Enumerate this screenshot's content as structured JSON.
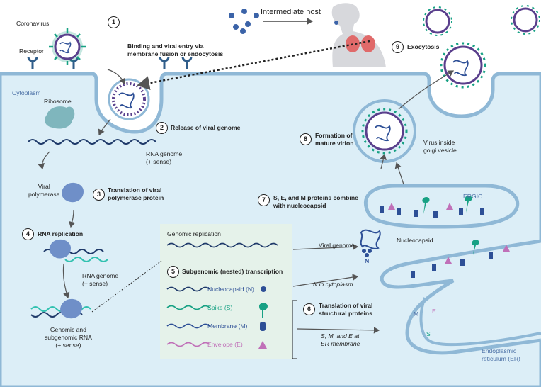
{
  "colors": {
    "membrane_fill": "#dceef7",
    "membrane_edge": "#8fb8d6",
    "receptor": "#2f5d8a",
    "spike": "#17a184",
    "capsid": "#2d4f96",
    "envelope_pink": "#c070b8",
    "box_fill": "#e5f2ea"
  },
  "labels": {
    "coronavirus": "Coronavirus",
    "receptor": "Receptor",
    "cytoplasm": "Cytoplasm",
    "intermediate_host": "Intermediate host",
    "ribosome": "Ribosome",
    "viral_polymerase": "Viral\npolymerase",
    "rna_genome_plus": "RNA genome\n(+ sense)",
    "rna_genome_minus": "RNA genome\n(− sense)",
    "genomic_subgenomic": "Genomic and\nsubgenomic RNA\n(+ sense)",
    "virus_inside_golgi": "Virus inside\ngolgi vesicle",
    "ergic": "ERGIC",
    "nucleocapsid": "Nucleocapsid",
    "n_small": "N",
    "viral_genome": "Viral genome",
    "n_in_cytoplasm": "N in cytoplasm",
    "sme_at_er": "S, M, and E at\nER membrane",
    "er": "Endoplasmic\nreticulum (ER)",
    "m_letter": "M",
    "e_letter": "E",
    "s_letter": "S"
  },
  "steps": [
    {
      "num": "1",
      "text": "Binding and viral entry via\nmembrane fusion or endocytosis"
    },
    {
      "num": "2",
      "text": "Release of viral genome"
    },
    {
      "num": "3",
      "text": "Translation of viral\npolymerase protein"
    },
    {
      "num": "4",
      "text": "RNA replication"
    },
    {
      "num": "5",
      "text": "Subgenomic (nested) transcription"
    },
    {
      "num": "6",
      "text": "Translation of viral\nstructural proteins"
    },
    {
      "num": "7",
      "text": "S, E, and M proteins combine\nwith nucleocapsid"
    },
    {
      "num": "8",
      "text": "Formation of\nmature virion"
    },
    {
      "num": "9",
      "text": "Exocytosis"
    }
  ],
  "box": {
    "genomic_replication": "Genomic replication",
    "rows": [
      {
        "label": "Nucleocapsid (N)"
      },
      {
        "label": "Spike (S)"
      },
      {
        "label": "Membrane (M)"
      },
      {
        "label": "Envelope (E)"
      }
    ]
  }
}
